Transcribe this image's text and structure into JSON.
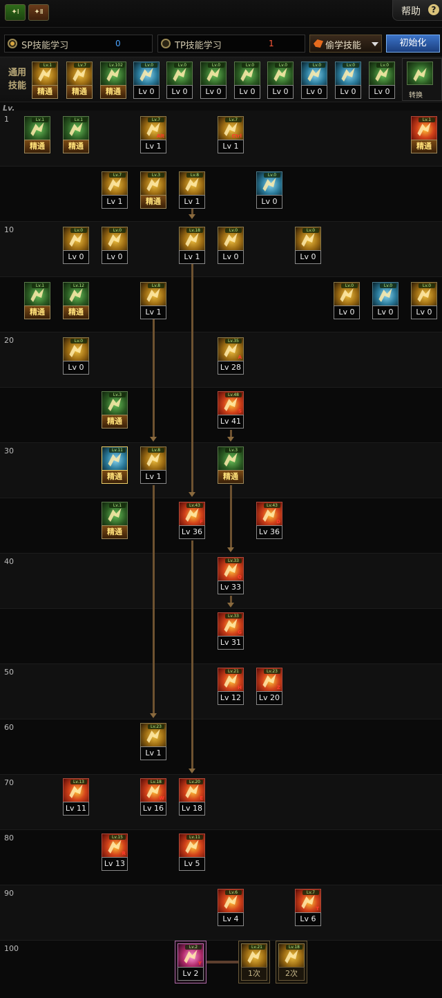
{
  "header": {
    "tabs": [
      {
        "label": "✦Ⅰ"
      },
      {
        "label": "✦Ⅱ"
      }
    ],
    "help_label": "帮助",
    "help_icon": "?"
  },
  "controls": {
    "sp_label": "SP技能学习",
    "sp_value": "0",
    "tp_label": "TP技能学习",
    "tp_value": "1",
    "steal_label": "偷学技能",
    "reset_label": "初始化"
  },
  "common": {
    "label_line1": "通用",
    "label_line2": "技能",
    "switch_label": "转换",
    "skills": [
      {
        "bar": "精通",
        "tag": "Lv.1",
        "color": "gold"
      },
      {
        "bar": "精通",
        "tag": "Lv.7",
        "color": "gold"
      },
      {
        "bar": "精通",
        "tag": "Lv.102",
        "color": "green"
      },
      {
        "bar": "Lv 0",
        "tag": "Lv.0",
        "color": "blue"
      },
      {
        "bar": "Lv 0",
        "tag": "Lv.0",
        "color": "green"
      },
      {
        "bar": "Lv 0",
        "tag": "Lv.0",
        "color": "green"
      },
      {
        "bar": "Lv 0",
        "tag": "Lv.0",
        "color": "green"
      },
      {
        "bar": "Lv 0",
        "tag": "Lv.0",
        "color": "green"
      },
      {
        "bar": "Lv 0",
        "tag": "Lv.0",
        "color": "blue"
      },
      {
        "bar": "Lv 0",
        "tag": "Lv.0",
        "color": "blue"
      },
      {
        "bar": "Lv 0",
        "tag": "Lv.0",
        "color": "green"
      }
    ]
  },
  "tree": {
    "level_header": "Lv.",
    "level_labels": [
      "1",
      "10",
      "20",
      "30",
      "40",
      "50",
      "60",
      "70",
      "80",
      "90",
      "100"
    ],
    "skills": [
      {
        "bar": "精通",
        "tag": "Lv.1",
        "color": "green",
        "key": ""
      },
      {
        "bar": "精通",
        "tag": "Lv.1",
        "color": "green",
        "key": ""
      },
      {
        "bar": "Lv 1",
        "tag": "Lv.7",
        "color": "gold",
        "key": "Alt"
      },
      {
        "bar": "Lv 1",
        "tag": "Lv.7",
        "color": "gold",
        "key": "Ctrl"
      },
      {
        "bar": "精通",
        "tag": "Lv.1",
        "color": "red",
        "key": ""
      },
      {
        "bar": "Lv 1",
        "tag": "Lv.7",
        "color": "gold",
        "key": ""
      },
      {
        "bar": "精通",
        "tag": "Lv.3",
        "color": "gold",
        "key": ""
      },
      {
        "bar": "Lv 1",
        "tag": "Lv.8",
        "color": "gold",
        "key": ""
      },
      {
        "bar": "Lv 0",
        "tag": "Lv.0",
        "color": "blue",
        "key": ""
      },
      {
        "bar": "Lv 0",
        "tag": "Lv.0",
        "color": "gold",
        "key": ""
      },
      {
        "bar": "Lv 0",
        "tag": "Lv.0",
        "color": "gold",
        "key": ""
      },
      {
        "bar": "Lv 1",
        "tag": "Lv.18",
        "color": "gold",
        "key": ""
      },
      {
        "bar": "Lv 0",
        "tag": "Lv.0",
        "color": "gold",
        "key": ""
      },
      {
        "bar": "Lv 0",
        "tag": "Lv.0",
        "color": "gold",
        "key": ""
      },
      {
        "bar": "精通",
        "tag": "Lv.1",
        "color": "green",
        "key": ""
      },
      {
        "bar": "精通",
        "tag": "Lv.12",
        "color": "green",
        "key": ""
      },
      {
        "bar": "Lv 1",
        "tag": "Lv.8",
        "color": "gold",
        "key": ""
      },
      {
        "bar": "Lv 0",
        "tag": "Lv.0",
        "color": "gold",
        "key": ""
      },
      {
        "bar": "Lv 0",
        "tag": "Lv.0",
        "color": "blue",
        "key": ""
      },
      {
        "bar": "Lv 0",
        "tag": "Lv.0",
        "color": "gold",
        "key": ""
      },
      {
        "bar": "Lv 0",
        "tag": "Lv.0",
        "color": "gold",
        "key": ""
      },
      {
        "bar": "Lv 28",
        "tag": "Lv.35",
        "color": "gold",
        "key": "A"
      },
      {
        "bar": "精通",
        "tag": "Lv.3",
        "color": "green",
        "key": ""
      },
      {
        "bar": "Lv 41",
        "tag": "Lv.48",
        "color": "red",
        "key": "S"
      },
      {
        "bar": "精通",
        "tag": "Lv.11",
        "color": "blue",
        "key": ""
      },
      {
        "bar": "Lv 1",
        "tag": "Lv.8",
        "color": "gold",
        "key": ""
      },
      {
        "bar": "精通",
        "tag": "Lv.3",
        "color": "green",
        "key": ""
      },
      {
        "bar": "精通",
        "tag": "Lv.1",
        "color": "green",
        "key": ""
      },
      {
        "bar": "Lv 36",
        "tag": "Lv.43",
        "color": "red",
        "key": "F"
      },
      {
        "bar": "Lv 36",
        "tag": "Lv.43",
        "color": "red",
        "key": "D"
      },
      {
        "bar": "Lv 33",
        "tag": "Lv.33",
        "color": "red",
        "key": "Q"
      },
      {
        "bar": "Lv 31",
        "tag": "Lv.33",
        "color": "red",
        "key": "G"
      },
      {
        "bar": "Lv 12",
        "tag": "Lv.21",
        "color": "red",
        "key": "H"
      },
      {
        "bar": "Lv 20",
        "tag": "Lv.23",
        "color": "red",
        "key": "Z"
      },
      {
        "bar": "Lv 1",
        "tag": "Lv.23",
        "color": "gold",
        "key": ""
      },
      {
        "bar": "Lv 11",
        "tag": "Lv.13",
        "color": "red",
        "key": ""
      },
      {
        "bar": "Lv 16",
        "tag": "Lv.18",
        "color": "red",
        "key": "W"
      },
      {
        "bar": "Lv 18",
        "tag": "Lv.20",
        "color": "red",
        "key": "E"
      },
      {
        "bar": "Lv 13",
        "tag": "Lv.15",
        "color": "red",
        "key": "R"
      },
      {
        "bar": "Lv 5",
        "tag": "Lv.11",
        "color": "red",
        "key": ""
      },
      {
        "bar": "Lv 4",
        "tag": "Lv.6",
        "color": "red",
        "key": ""
      },
      {
        "bar": "Lv 6",
        "tag": "Lv.7",
        "color": "red",
        "key": "T"
      },
      {
        "bar": "Lv 2",
        "tag": "Lv.2",
        "color": "pink",
        "key": "Y"
      },
      {
        "bar": "1次",
        "tag": "Lv.21",
        "color": "gold",
        "key": ""
      },
      {
        "bar": "2次",
        "tag": "Lv.18",
        "color": "gold",
        "key": ""
      }
    ]
  }
}
